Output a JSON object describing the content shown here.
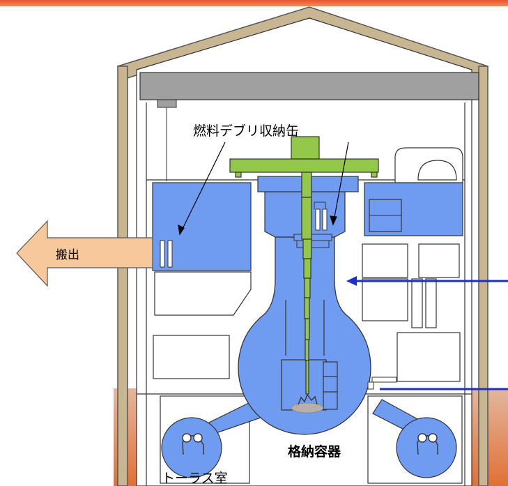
{
  "labels": {
    "debris_canister": "燃料デブリ収納缶",
    "export": "搬出",
    "containment_vessel": "格納容器",
    "torus_room": "トーラス室"
  },
  "colors": {
    "banner": "#e8542c",
    "building_wall": "#c8b591",
    "water": "#6f9cf0",
    "crane_arm": "#93c84a",
    "crane_beam": "#a0a0a0",
    "ground": "#d48a60",
    "arrow_fill": "#f6c89c",
    "leader_line": "#1b2fd0"
  }
}
